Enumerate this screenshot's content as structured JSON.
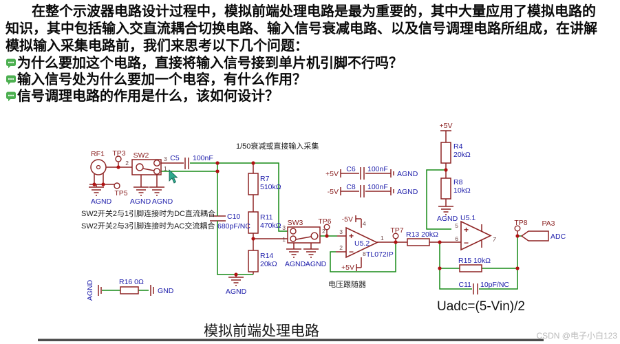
{
  "intro": {
    "paragraph_lines": [
      "在整个示波器电路设计过程中，模拟前端处理电路是最为重要的，其中大量应用了模拟电路的",
      "知识，其中包括输入交直流耦合切换电路、输入信号衰减电路、以及信号调理电路所组成，在讲解",
      "模拟输入采集电路前，我们来思考以下几个问题："
    ],
    "questions": [
      "为什么要加这个电路，直接将输入信号接到单片机引脚不行吗？",
      "输入信号处为什么要加一个电容，有什么作用？",
      "信号调理电路的作用是什么，该如何设计？"
    ]
  },
  "schematic": {
    "caption": "1/50衰减或直接输入采集",
    "note_dc": "SW2开关2与1引脚连接时为DC直流耦合",
    "note_ac": "SW2开关2与3引脚连接时为AC交流耦合",
    "follower_label": "电压跟随器",
    "formula": "Uadc=(5-Vin)/2",
    "labels": {
      "rf1": "RF1",
      "tp3": "TP3",
      "tp5": "TP5",
      "tp6": "TP6",
      "tp7": "TP7",
      "tp8": "TP8",
      "sw2": "SW2",
      "sw3": "SW3",
      "c5": "C5",
      "c5_value": "100nF",
      "c6": "C6",
      "c6_value": "100nF",
      "c8": "C8",
      "c8_value": "100nF",
      "c10": "C10",
      "c10_value": "680pF/NC",
      "c11": "C11",
      "c11_value": "10pF/NC",
      "r4": "R4",
      "r4_value": "20kΩ",
      "r7": "R7",
      "r7_value": "510kΩ",
      "r8": "R8",
      "r8_value": "10kΩ",
      "r11": "R11",
      "r11_value": "470kΩ",
      "r13": "R13 20kΩ",
      "r14": "R14",
      "r14_value": "20kΩ",
      "r15": "R15 10kΩ",
      "r16": "R16 0Ω",
      "u51": "U5.1",
      "u52": "U5.2",
      "u52_part": "TL072IP",
      "agnd": "AGND",
      "gnd": "GND",
      "adc": "ADC",
      "pa3": "PA3",
      "plus5v": "+5V",
      "minus5v": "-5V",
      "plus": "+",
      "minus": "−",
      "pin1": "1",
      "pin2": "2",
      "pin3": "3",
      "pin4": "4",
      "pin5": "5",
      "pin6": "6",
      "pin7": "7",
      "pin8": "8"
    }
  },
  "footer": {
    "title": "模拟前端处理电路",
    "watermark": "CSDN @电子小白123"
  },
  "colors": {
    "wire_green": "#178a17",
    "symbol_red": "#8e2323",
    "label_blue": "#1c1caa",
    "power_red": "#8b2222",
    "junction_red": "#b01212",
    "icon_green": "#4caf50",
    "watermark_gray": "#b9b9b9"
  }
}
